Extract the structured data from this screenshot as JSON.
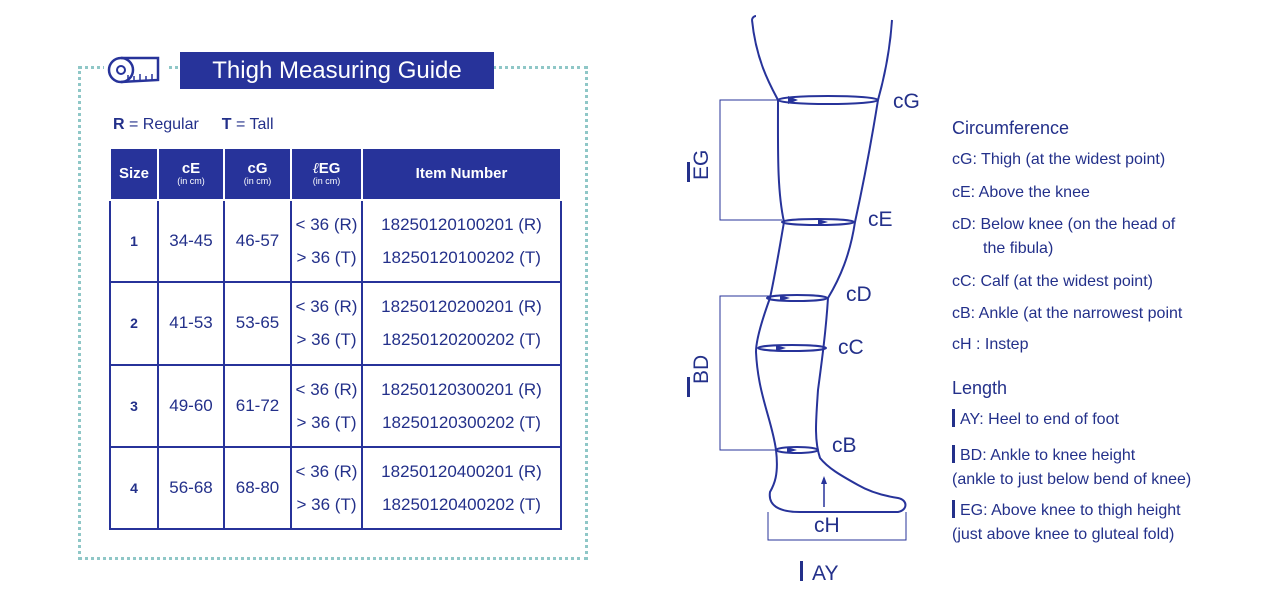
{
  "header": {
    "title": "Thigh Measuring Guide",
    "icon": "measuring-tape-icon"
  },
  "legend": {
    "r_key": "R",
    "r_text": "= Regular",
    "t_key": "T",
    "t_text": "= Tall"
  },
  "table": {
    "headers": [
      {
        "label": "Size",
        "unit": ""
      },
      {
        "label": "cE",
        "unit": "(in cm)"
      },
      {
        "label": "cG",
        "unit": "(in cm)"
      },
      {
        "label": "EG",
        "icon": "ℓ",
        "unit": "(in cm)"
      },
      {
        "label": "Item Number",
        "unit": ""
      }
    ],
    "rows": [
      {
        "size": "1",
        "cE": "34-45",
        "cG": "46-57",
        "eg": [
          "< 36 (R)",
          "> 36 (T)"
        ],
        "items": [
          "18250120100201 (R)",
          "18250120100202 (T)"
        ]
      },
      {
        "size": "2",
        "cE": "41-53",
        "cG": "53-65",
        "eg": [
          "< 36 (R)",
          "> 36 (T)"
        ],
        "items": [
          "18250120200201 (R)",
          "18250120200202 (T)"
        ]
      },
      {
        "size": "3",
        "cE": "49-60",
        "cG": "61-72",
        "eg": [
          "< 36 (R)",
          "> 36 (T)"
        ],
        "items": [
          "18250120300201 (R)",
          "18250120300202 (T)"
        ]
      },
      {
        "size": "4",
        "cE": "56-68",
        "cG": "68-80",
        "eg": [
          "< 36 (R)",
          "> 36 (T)"
        ],
        "items": [
          "18250120400201 (R)",
          "18250120400202 (T)"
        ]
      }
    ]
  },
  "diagram": {
    "labels": {
      "cG": "cG",
      "cE": "cE",
      "cD": "cD",
      "cC": "cC",
      "cB": "cB",
      "cH": "cH",
      "EG": "EG",
      "BD": "BD",
      "AY": "AY"
    }
  },
  "info": {
    "circumference": {
      "heading": "Circumference",
      "items": [
        {
          "text": "cG:  Thigh (at the widest point)"
        },
        {
          "text": "cE:  Above the knee"
        },
        {
          "text": "cD:  Below knee (on the head of",
          "cont": "the fibula)"
        },
        {
          "text": "cC:  Calf (at the widest point)"
        },
        {
          "text": "cB:  Ankle (at the narrowest point"
        },
        {
          "text": "cH : Instep"
        }
      ]
    },
    "length": {
      "heading": "Length",
      "items": [
        {
          "text": "AY:  Heel to end of foot"
        },
        {
          "text": "BD:  Ankle to knee height",
          "cont": "(ankle to just below bend of knee)"
        },
        {
          "text": "EG:  Above knee to thigh height",
          "cont": "(just above knee to gluteal fold)"
        }
      ]
    }
  },
  "colors": {
    "primary": "#27339a",
    "dotted_border": "#8fc7c7"
  }
}
